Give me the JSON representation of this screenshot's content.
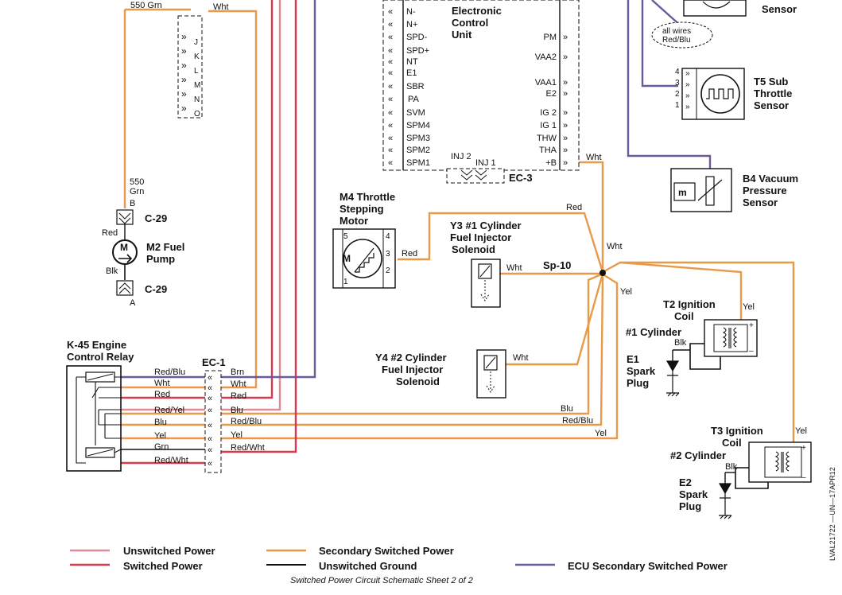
{
  "colors": {
    "unswitched_power": "#e08a98",
    "switched_power": "#d8394f",
    "secondary_switched_power": "#e69a4a",
    "unswitched_ground": "#111111",
    "ecu_secondary_switched_power": "#6a5a9a"
  },
  "top_left": {
    "wire_label_1": "550 Grn",
    "wire_label_2": "Wht",
    "connector_letters": [
      "J",
      "K",
      "L",
      "M",
      "N",
      "O"
    ]
  },
  "fuel_pump": {
    "wire_top_1": "550",
    "wire_top_2": "Grn",
    "pin_top": "B",
    "conn_top": "C-29",
    "wire_red": "Red",
    "title_1": "M2 Fuel",
    "title_2": "Pump",
    "motor_letter": "M",
    "wire_blk": "Blk",
    "conn_bottom": "C-29",
    "pin_bottom": "A"
  },
  "ecu": {
    "title_1": "Electronic",
    "title_2": "Control",
    "title_3": "Unit",
    "left_pins": [
      "N-",
      "N+",
      "SPD-",
      "SPD+",
      "NT",
      "E1",
      "SBR",
      "PA",
      "SVM",
      "SPM4",
      "SPM3",
      "SPM2",
      "SPM1"
    ],
    "right_pins": [
      "PM",
      "VAA2",
      "VAA1",
      "E2",
      "IG 2",
      "IG 1",
      "THW",
      "THA",
      "+B"
    ],
    "inj2": "INJ 2",
    "inj1": "INJ 1",
    "connector": "EC-3",
    "plus_b_wire": "Wht"
  },
  "sensors": {
    "top_sensor_label": "Sensor",
    "all_wires_1": "all wires",
    "all_wires_2": "Red/Blu",
    "t5_pins": [
      "4",
      "3",
      "2",
      "1"
    ],
    "t5_title_1": "T5 Sub",
    "t5_title_2": "Throttle",
    "t5_title_3": "Sensor",
    "b4_title_1": "B4 Vacuum",
    "b4_title_2": "Pressure",
    "b4_title_3": "Sensor",
    "b4_letter": "m"
  },
  "throttle_motor": {
    "title_1": "M4 Throttle",
    "title_2": "Stepping",
    "title_3": "Motor",
    "pins": [
      "5",
      "4",
      "3",
      "2",
      "1"
    ],
    "motor_letter": "M",
    "wire_red": "Red",
    "wire_red_top": "Red"
  },
  "injectors": {
    "y3_title_1": "Y3 #1 Cylinder",
    "y3_title_2": "Fuel Injector",
    "y3_title_3": "Solenoid",
    "y3_wire": "Wht",
    "y4_title_1": "Y4 #2 Cylinder",
    "y4_title_2": "Fuel Injector",
    "y4_title_3": "Solenoid",
    "y4_wire": "Wht"
  },
  "splice": {
    "name": "Sp-10",
    "wire_wht": "Wht",
    "wire_yel": "Yel"
  },
  "ignition": {
    "t2_title_1": "T2 Ignition",
    "t2_title_2": "Coil",
    "t2_title_3": "#1 Cylinder",
    "t2_wire_yel": "Yel",
    "t2_wire_blk": "Blk",
    "e1_title_1": "E1",
    "e1_title_2": "Spark",
    "e1_title_3": "Plug",
    "t3_title_1": "T3 Ignition",
    "t3_title_2": "Coil",
    "t3_title_3": "#2 Cylinder",
    "t3_wire_yel": "Yel",
    "t3_wire_blk": "Blk",
    "e2_title_1": "E2",
    "e2_title_2": "Spark",
    "e2_title_3": "Plug",
    "plus": "+",
    "minus": "–"
  },
  "relay": {
    "title_1": "K-45 Engine",
    "title_2": "Control Relay",
    "connector": "EC-1",
    "left_wires": [
      "Red/Blu",
      "Wht",
      "Red",
      "Red/Yel",
      "Blu",
      "Yel",
      "Grn",
      "Red/Wht"
    ],
    "right_wires": [
      "Brn",
      "Wht",
      "Red",
      "Blu",
      "Red/Blu",
      "Yel",
      "Red/Wht"
    ],
    "long_labels": [
      "Blu",
      "Red/Blu",
      "Yel"
    ]
  },
  "legend": {
    "unswitched_power": "Unswitched Power",
    "switched_power": "Switched Power",
    "secondary_switched_power": "Secondary Switched Power",
    "unswitched_ground": "Unswitched Ground",
    "ecu_secondary_switched_power": "ECU Secondary Switched Power"
  },
  "caption": "Switched Power Circuit Schematic Sheet 2 of 2",
  "side_code": "LVAL21722 —UN—17APR12"
}
